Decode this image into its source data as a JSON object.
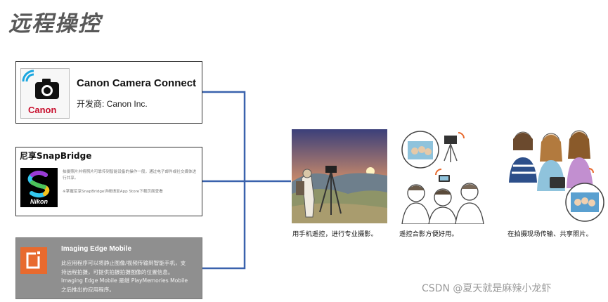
{
  "title": "远程操控",
  "apps": [
    {
      "name": "Canon Camera Connect",
      "publisher": "开发商: Canon Inc.",
      "logo_text": "Canon",
      "icon": "camera-wifi-icon"
    },
    {
      "name": "尼享SnapBridge",
      "description": "拍摄照片并将照片可靠传到智能设备的操作一般，通过电子邮件或社交媒体进行共享。",
      "note": "※掌握尼享SnapBridge详细请至App Store下载页面查看",
      "logo_text": "Nikon",
      "icon": "snapbridge-icon"
    },
    {
      "name": "Imaging Edge Mobile",
      "description_lines": [
        "此应用程序可以将静止图像/视频传输到智能手机，支",
        "持远程拍摄，可提供拍摄拍摄图像的位置信息。",
        "Imaging Edge Mobile 是继 PlayMemories Mobile",
        "之后推出的应用程序。"
      ],
      "icon": "imaging-edge-icon"
    }
  ],
  "illustrations": [
    {
      "caption": "用手机遥控，进行专业摄影。",
      "icon": "landscape-tripod-icon"
    },
    {
      "caption": "遥控合影方便好用。",
      "icon": "group-photo-icon"
    },
    {
      "caption": "在拍摄现场传输、共享照片。",
      "icon": "sharing-photos-icon"
    }
  ],
  "watermark": "CSDN @夏天就是麻辣小龙虾",
  "colors": {
    "connector": "#3a62ad",
    "canon_red": "#c8102e",
    "imaging_edge_orange": "#e86a2e"
  }
}
